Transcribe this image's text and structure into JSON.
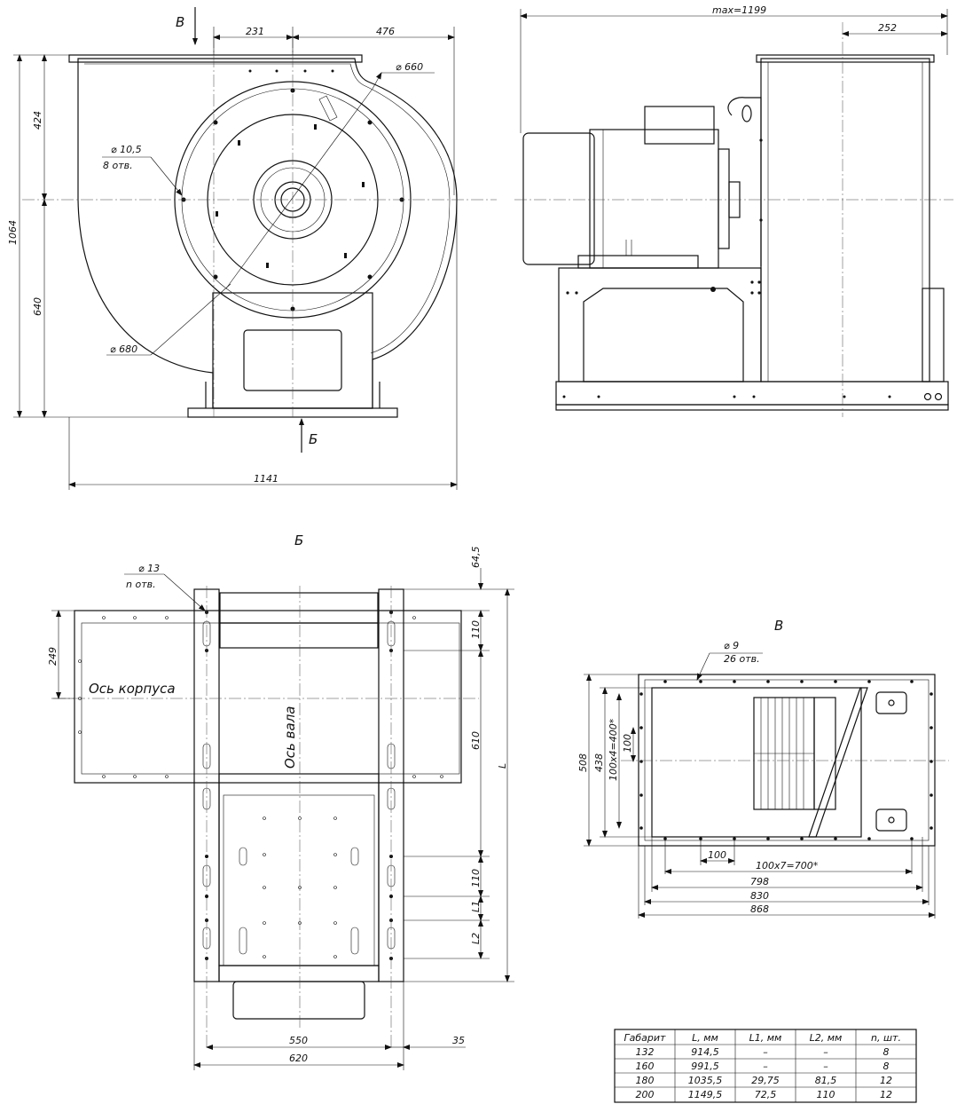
{
  "front": {
    "arrow_top": "В",
    "arrow_bottom": "Б",
    "dims": {
      "d231": "231",
      "d476": "476",
      "dia660": "⌀ 660",
      "hole105": "⌀ 10,5",
      "holes8": "8 отв.",
      "d424": "424",
      "d1064": "1064",
      "d640": "640",
      "dia680": "⌀ 680",
      "d1141": "1141"
    }
  },
  "side": {
    "dims": {
      "max": "max=1199",
      "d252": "252"
    }
  },
  "view_b": {
    "title": "Б",
    "axis_body": "Ось корпуса",
    "axis_shaft": "Ось вала",
    "dims": {
      "hole13": "⌀ 13",
      "holesN": "n отв.",
      "d645": "64,5",
      "d110a": "110",
      "d249": "249",
      "d610": "610",
      "L": "L",
      "d110b": "110",
      "L1": "L1",
      "L2": "L2",
      "d550": "550",
      "d35": "35",
      "d620": "620"
    }
  },
  "view_v": {
    "title": "В",
    "dims": {
      "hole9": "⌀ 9",
      "holes26": "26 отв.",
      "d508": "508",
      "d438": "438",
      "d100x4": "100х4=400*",
      "d100v": "100",
      "d100h": "100",
      "d100x7": "100х7=700*",
      "d798": "798",
      "d830": "830",
      "d868": "868"
    }
  },
  "table": {
    "headers": [
      "Габарит",
      "L, мм",
      "L1, мм",
      "L2, мм",
      "n, шт."
    ],
    "rows": [
      [
        "132",
        "914,5",
        "–",
        "–",
        "8"
      ],
      [
        "160",
        "991,5",
        "–",
        "–",
        "8"
      ],
      [
        "180",
        "1035,5",
        "29,75",
        "81,5",
        "12"
      ],
      [
        "200",
        "1149,5",
        "72,5",
        "110",
        "12"
      ]
    ]
  }
}
